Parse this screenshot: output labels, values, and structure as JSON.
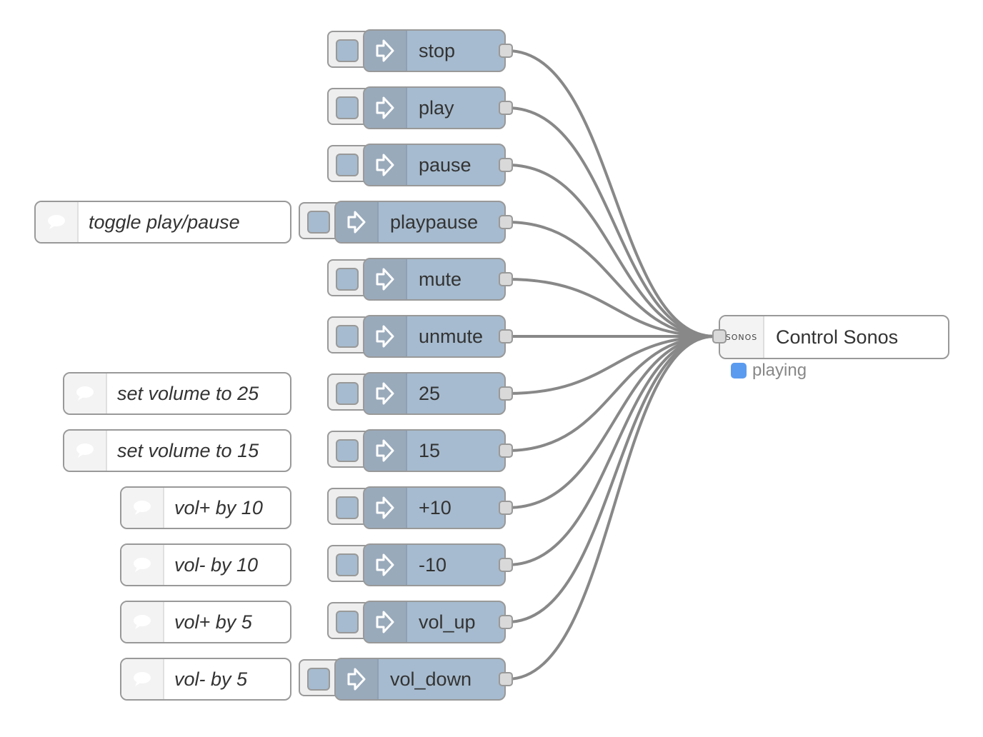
{
  "injects": [
    {
      "label": "stop",
      "wide": false
    },
    {
      "label": "play",
      "wide": false
    },
    {
      "label": "pause",
      "wide": false
    },
    {
      "label": "playpause",
      "wide": true
    },
    {
      "label": "mute",
      "wide": false
    },
    {
      "label": "unmute",
      "wide": false
    },
    {
      "label": "25",
      "wide": false
    },
    {
      "label": "15",
      "wide": false
    },
    {
      "label": "+10",
      "wide": false
    },
    {
      "label": "-10",
      "wide": false
    },
    {
      "label": "vol_up",
      "wide": false
    },
    {
      "label": "vol_down",
      "wide": true
    }
  ],
  "comments": [
    {
      "label": "toggle play/pause",
      "row": 3
    },
    {
      "label": "set volume to 25",
      "row": 6
    },
    {
      "label": "set volume to 15",
      "row": 7
    },
    {
      "label": "vol+ by 10",
      "row": 8
    },
    {
      "label": "vol- by 10",
      "row": 9
    },
    {
      "label": "vol+ by 5",
      "row": 10
    },
    {
      "label": "vol- by 5",
      "row": 11
    }
  ],
  "sonos": {
    "label": "Control Sonos",
    "icon_text": "SONOS",
    "status_text": "playing",
    "status_color": "#5b9bef"
  },
  "colors": {
    "inject": "#a6bbcf",
    "wire": "#888888"
  }
}
